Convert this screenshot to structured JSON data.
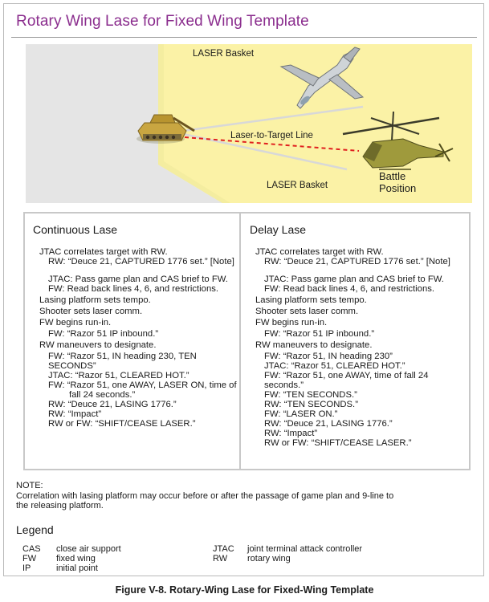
{
  "page": {
    "title": "Rotary Wing Lase for Fixed Wing Template",
    "caption": "Figure V-8.  Rotary-Wing Lase for Fixed-Wing Template"
  },
  "scene": {
    "laser_basket_top": "LASER Basket",
    "laser_basket_bottom": "LASER Basket",
    "laser_to_target": "Laser-to-Target Line",
    "battle_position_1": "Battle",
    "battle_position_2": "Position",
    "colors": {
      "basket": "#fbf2a6",
      "ground": "#e5e5e5",
      "laser": "#e0201f",
      "title": "#8b2e8e"
    },
    "icons": [
      "tank-icon",
      "fixed-wing-jet-icon",
      "attack-helicopter-icon"
    ]
  },
  "continuous": {
    "heading": "Continuous Lase",
    "lines": [
      {
        "t": "JTAC correlates target with RW.",
        "c": ""
      },
      {
        "t": "RW: “Deuce 21, CAPTURED 1776 set.” [Note]",
        "c": "i1"
      },
      {
        "t": "JTAC: Pass game plan and CAS brief to FW.",
        "c": "i1 gap"
      },
      {
        "t": "FW: Read back lines 4, 6, and restrictions.",
        "c": "i1"
      },
      {
        "t": "Lasing platform sets tempo.",
        "c": "g2"
      },
      {
        "t": "Shooter sets laser comm.",
        "c": "g2"
      },
      {
        "t": "FW begins run-in.",
        "c": "g2"
      },
      {
        "t": "FW: “Razor 51 IP inbound.”",
        "c": "i1 g2"
      },
      {
        "t": "RW maneuvers to designate.",
        "c": "g2"
      },
      {
        "t": "FW: “Razor 51, IN heading 230, TEN",
        "c": "i1 g2"
      },
      {
        "t": "SECONDS”",
        "c": "i1"
      },
      {
        "t": "JTAC: “Razor 51, CLEARED HOT.”",
        "c": "i1"
      },
      {
        "t": "FW: “Razor 51, one AWAY, LASER ON, time of",
        "c": "i1"
      },
      {
        "t": "fall 24 seconds.”",
        "c": "i2"
      },
      {
        "t": "RW: “Deuce 21, LASING 1776.”",
        "c": "i1"
      },
      {
        "t": "RW: “Impact”",
        "c": "i1"
      },
      {
        "t": "RW or FW: “SHIFT/CEASE LASER.”",
        "c": "i1"
      }
    ]
  },
  "delay": {
    "heading": "Delay Lase",
    "lines": [
      {
        "t": "JTAC correlates target with RW.",
        "c": ""
      },
      {
        "t": "RW: “Deuce 21, CAPTURED 1776 set.” [Note]",
        "c": "i1"
      },
      {
        "t": "JTAC: Pass game plan and CAS brief to FW.",
        "c": "i1 gap"
      },
      {
        "t": "FW: Read back lines 4, 6, and restrictions.",
        "c": "i1"
      },
      {
        "t": "Lasing platform sets tempo.",
        "c": "g2"
      },
      {
        "t": "Shooter sets laser comm.",
        "c": "g2"
      },
      {
        "t": "FW begins run-in.",
        "c": "g2"
      },
      {
        "t": "FW: “Razor 51 IP inbound.”",
        "c": "i1 g2"
      },
      {
        "t": "RW maneuvers to designate.",
        "c": "g2"
      },
      {
        "t": "FW: “Razor 51, IN heading 230”",
        "c": "i1 g2"
      },
      {
        "t": "JTAC: “Razor 51, CLEARED HOT.”",
        "c": "i1"
      },
      {
        "t": "FW: “Razor 51, one AWAY, time of fall 24",
        "c": "i1"
      },
      {
        "t": "seconds.”",
        "c": "i1"
      },
      {
        "t": "FW: “TEN SECONDS.”",
        "c": "i1"
      },
      {
        "t": "RW: “TEN SECONDS.”",
        "c": "i1"
      },
      {
        "t": "FW: “LASER ON.”",
        "c": "i1"
      },
      {
        "t": "RW: “Deuce 21, LASING 1776.”",
        "c": "i1"
      },
      {
        "t": "RW:  “Impact”",
        "c": "i1"
      },
      {
        "t": "RW or FW: “SHIFT/CEASE LASER.”",
        "c": "i1"
      }
    ]
  },
  "note": {
    "label": "NOTE:",
    "line1": "Correlation with lasing platform may occur before or after the passage of game plan and 9-line to",
    "line2": "the releasing platform."
  },
  "legend": {
    "title": "Legend",
    "items": [
      {
        "abbr": "CAS",
        "def": "close air support"
      },
      {
        "abbr": "FW",
        "def": "fixed wing"
      },
      {
        "abbr": "IP",
        "def": "initial point"
      },
      {
        "abbr": "JTAC",
        "def": "joint terminal attack controller"
      },
      {
        "abbr": "RW",
        "def": "rotary wing"
      }
    ]
  }
}
